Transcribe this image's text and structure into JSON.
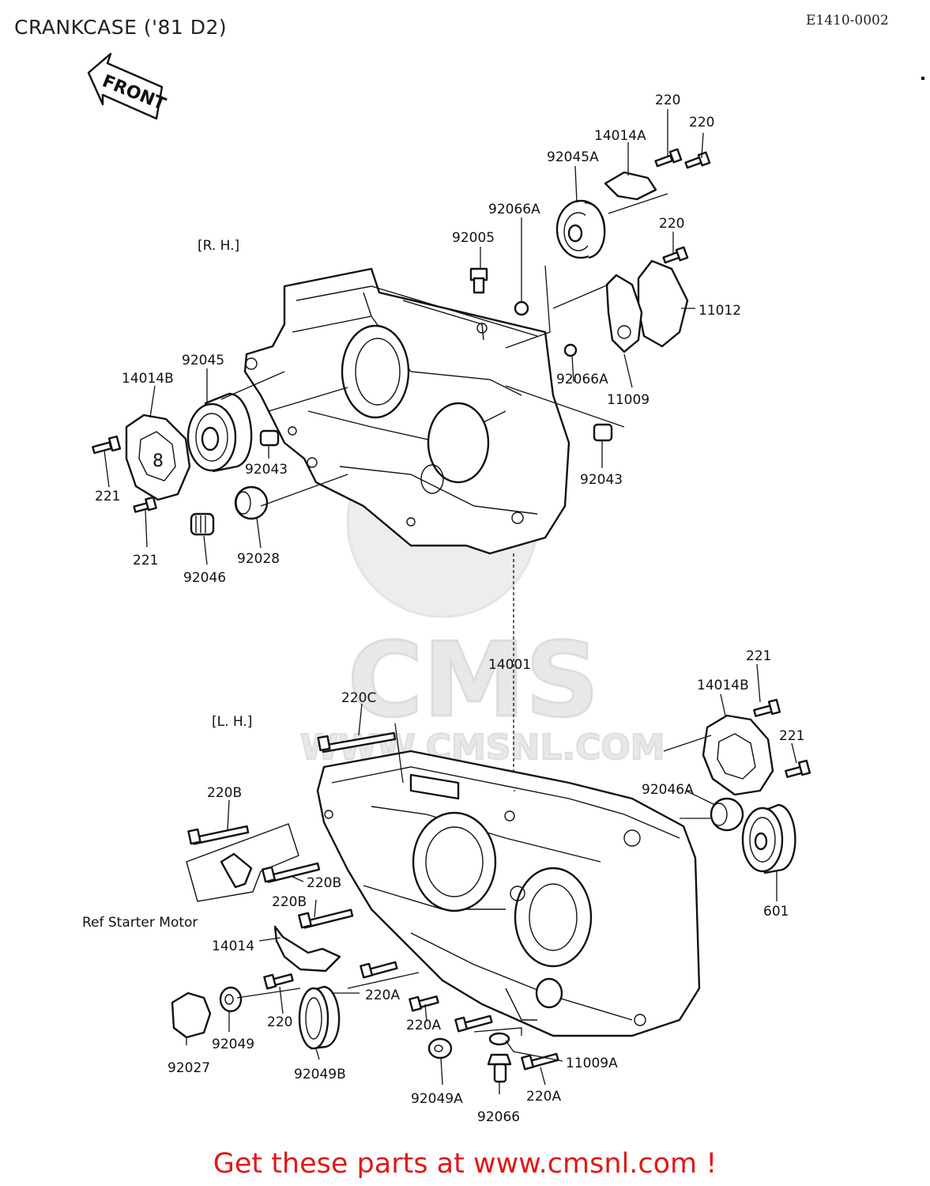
{
  "title": "CRANKCASE ('81 D2)",
  "code": "E1410-0002",
  "front_label": "FRONT",
  "watermark": {
    "brand": "CMS",
    "site": "WWW.CMSNL.COM"
  },
  "section_labels": {
    "rh": "[R. H.]",
    "lh": "[L. H.]"
  },
  "note_starter": "Ref  Starter  Motor",
  "cap_number": "8",
  "footer": "Get these parts at www.cmsnl.com !",
  "callouts": {
    "c220_top1": "220",
    "c220_top2": "220",
    "c14014A": "14014A",
    "c92045A": "92045A",
    "c92066A_top": "92066A",
    "c220_mid": "220",
    "c92005": "92005",
    "c11012": "11012",
    "c92066A_mid": "92066A",
    "c11009": "11009",
    "c92045": "92045",
    "c14014B_rh": "14014B",
    "c92043_left": "92043",
    "c92043_right": "92043",
    "c221_a": "221",
    "c221_b": "221",
    "c92028": "92028",
    "c92046": "92046",
    "c14001": "14001",
    "c221_c": "221",
    "c14014B_lh": "14014B",
    "c221_d": "221",
    "c220C": "220C",
    "c92046A": "92046A",
    "c220B_top": "220B",
    "c220B_mid": "220B",
    "c220B_low": "220B",
    "c601": "601",
    "c14014": "14014",
    "c220A_1": "220A",
    "c220A_2": "220A",
    "c220_low": "220",
    "c11009A": "11009A",
    "c92049": "92049",
    "c92027": "92027",
    "c92049B": "92049B",
    "c92049A": "92049A",
    "c220A_3": "220A",
    "c92066": "92066"
  }
}
